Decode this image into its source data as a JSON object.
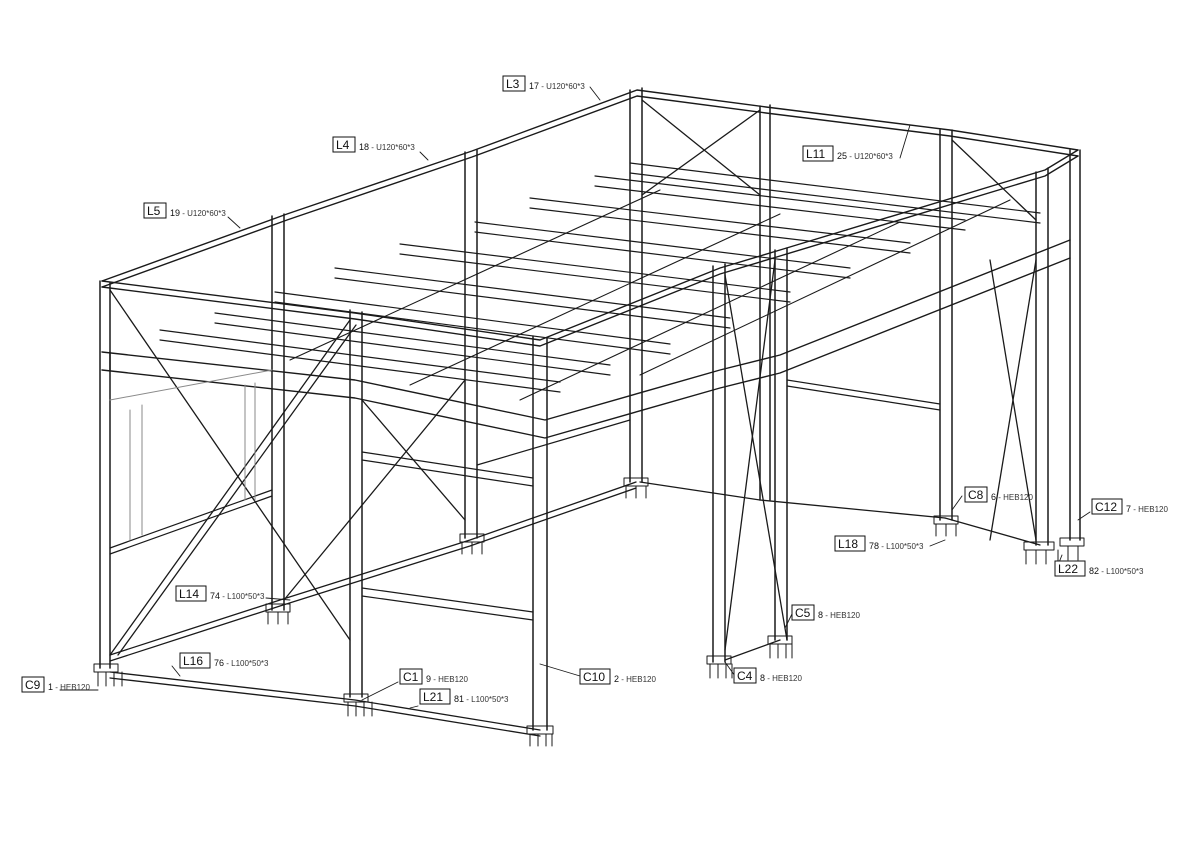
{
  "labels": [
    {
      "id": "L3",
      "mark": "17",
      "profile": "U120*60*3"
    },
    {
      "id": "L4",
      "mark": "18",
      "profile": "U120*60*3"
    },
    {
      "id": "L5",
      "mark": "19",
      "profile": "U120*60*3"
    },
    {
      "id": "L11",
      "mark": "25",
      "profile": "U120*60*3"
    },
    {
      "id": "C8",
      "mark": "6",
      "profile": "HEB120"
    },
    {
      "id": "C12",
      "mark": "7",
      "profile": "HEB120"
    },
    {
      "id": "L18",
      "mark": "78",
      "profile": "L100*50*3"
    },
    {
      "id": "L22",
      "mark": "82",
      "profile": "L100*50*3"
    },
    {
      "id": "L14",
      "mark": "74",
      "profile": "L100*50*3"
    },
    {
      "id": "C5",
      "mark": "8",
      "profile": "HEB120"
    },
    {
      "id": "L16",
      "mark": "76",
      "profile": "L100*50*3"
    },
    {
      "id": "C1",
      "mark": "9",
      "profile": "HEB120"
    },
    {
      "id": "C10",
      "mark": "2",
      "profile": "HEB120"
    },
    {
      "id": "C4",
      "mark": "8",
      "profile": "HEB120"
    },
    {
      "id": "C9",
      "mark": "1",
      "profile": "HEB120"
    },
    {
      "id": "L21",
      "mark": "81",
      "profile": "L100*50*3"
    }
  ],
  "colors": {
    "ink": "#1a1a1a",
    "light": "#8a8a8a",
    "paper": "#ffffff"
  }
}
